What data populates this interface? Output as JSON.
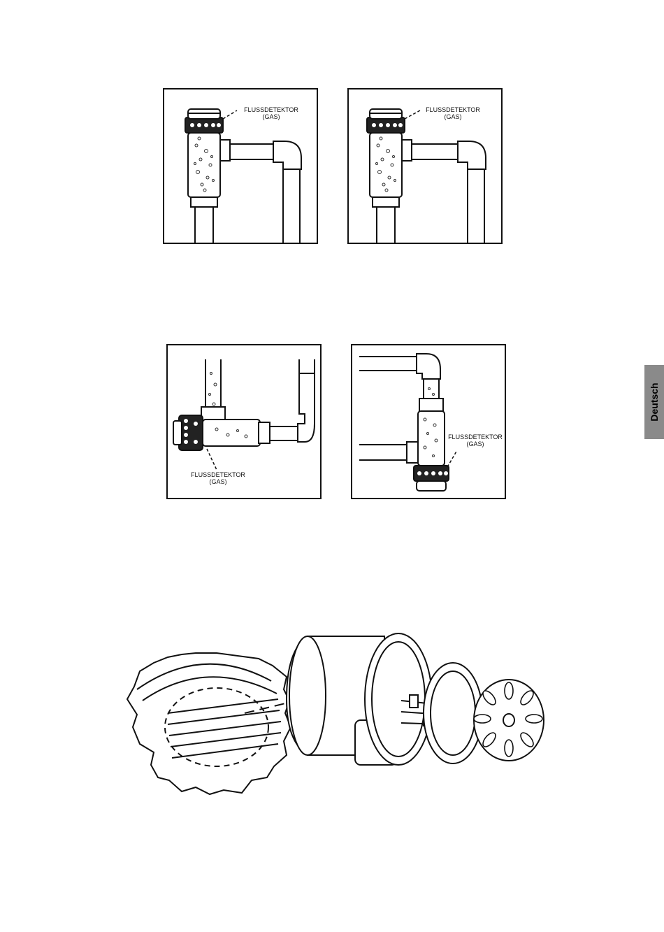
{
  "figures": [
    {
      "label_line1": "FLUSSDETEKTOR",
      "label_line2": "(GAS)"
    },
    {
      "label_line1": "FLUSSDETEKTOR",
      "label_line2": "(GAS)"
    },
    {
      "label_line1": "FLUSSDETEKTOR",
      "label_line2": "(GAS)"
    },
    {
      "label_line1": "FLUSSDETEKTOR",
      "label_line2": "(GAS)"
    }
  ],
  "sidebar": {
    "language_tab": "Deutsch"
  },
  "colors": {
    "line": "#111111",
    "tab": "#8a8a8a"
  }
}
